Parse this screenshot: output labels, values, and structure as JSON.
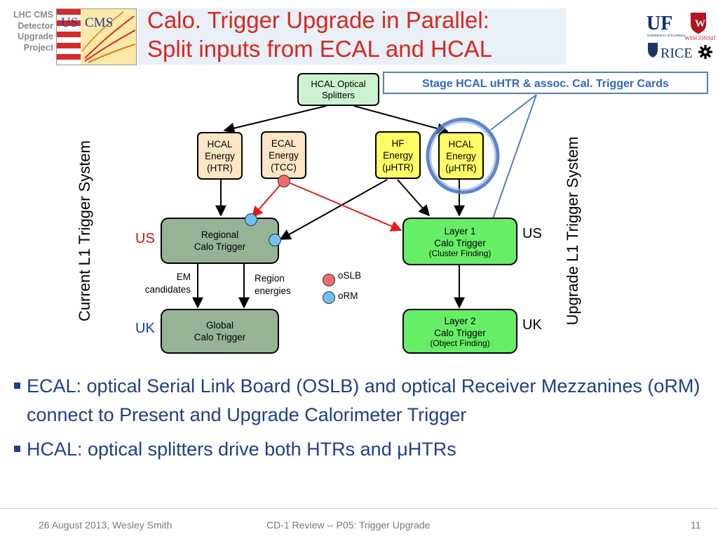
{
  "header": {
    "org_label": "LHC CMS\nDetector\nUpgrade\nProject",
    "title_line1": "Calo. Trigger Upgrade in Parallel:",
    "title_line2": "Split inputs from ECAL and HCAL",
    "logo_us_text": "US",
    "logo_cms_text": "CMS",
    "uni_logos": [
      "UF",
      "UNIVERSITY of FLORIDA",
      "WISCONSIN",
      "RICE"
    ]
  },
  "diagram": {
    "callout": "Stage HCAL uHTR & assoc. Cal. Trigger Cards",
    "left_system_label": "Current L1 Trigger System",
    "right_system_label": "Upgrade L1 Trigger System",
    "nodes": {
      "splitters": "HCAL Optical\nSplitters",
      "hcal_htr": "HCAL\nEnergy\n(HTR)",
      "ecal_tcc": "ECAL\nEnergy\n(TCC)",
      "hf_uhtr": "HF\nEnergy\n(μHTR)",
      "hcal_uhtr": "HCAL\nEnergy\n(μHTR)",
      "regional": "Regional\nCalo Trigger",
      "global": "Global\nCalo Trigger",
      "layer1": "Layer 1\nCalo Trigger",
      "layer1_sub": "(Cluster Finding)",
      "layer2": "Layer 2\nCalo Trigger",
      "layer2_sub": "(Object Finding)"
    },
    "tags": {
      "us_left": "US",
      "uk_left": "UK",
      "us_right": "US",
      "uk_right": "UK"
    },
    "annotations": {
      "em": "EM\ncandidates",
      "region": "Region\nenergies"
    },
    "legend": [
      {
        "label": "oSLB",
        "color": "#f26b6b"
      },
      {
        "label": "oRM",
        "color": "#6ec3f0"
      }
    ],
    "colors": {
      "us_tag": "#d01010",
      "uk_tag": "#1c2fd0",
      "red_arrow": "#e21a1a",
      "highlight_ring": "#4a78c8"
    }
  },
  "bullets": [
    "ECAL: optical Serial Link Board (OSLB) and optical Receiver Mezzanines (oRM) connect to Present and Upgrade Calorimeter Trigger",
    "HCAL: optical splitters drive both HTRs and μHTRs"
  ],
  "footer": {
    "left": "26 August 2013, Wesley Smith",
    "center": "CD-1  Review -- P05: Trigger Upgrade",
    "page": "11"
  }
}
